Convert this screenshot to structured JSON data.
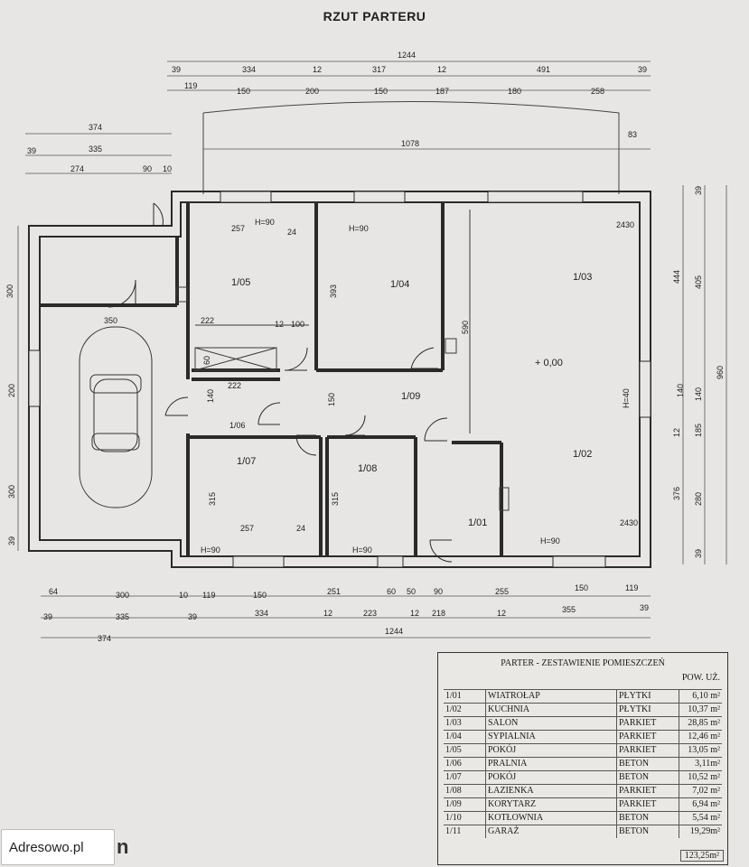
{
  "title": "RZUT PARTERU",
  "top_dims": {
    "overall": "1244",
    "row1": [
      "39",
      "334",
      "12",
      "317",
      "12",
      "491",
      "39"
    ],
    "row2": [
      "119",
      "150",
      "200",
      "150",
      "187",
      "180",
      "258"
    ],
    "roof": "1078",
    "roof_right": "83"
  },
  "left_top_dims": {
    "overall": "374",
    "row1": [
      "39",
      "335"
    ],
    "row2": [
      "274",
      "90",
      "10"
    ]
  },
  "left_side_dims": [
    "300",
    "200",
    "300",
    "39"
  ],
  "right_side_dims": {
    "outer": "960",
    "mid": [
      "444",
      "12",
      "376"
    ],
    "inner": [
      "39",
      "405",
      "140",
      "185",
      "280",
      "39"
    ]
  },
  "bottom_dims": {
    "row1": [
      "64",
      "300",
      "10",
      "119",
      "150",
      "251",
      "60",
      "50",
      "90",
      "255",
      "150",
      "119"
    ],
    "row2": [
      "39",
      "335",
      "39",
      "334",
      "12",
      "223",
      "12",
      "218",
      "12",
      "355",
      "39"
    ],
    "left_total": "374",
    "total": "1244"
  },
  "rooms": [
    {
      "id": "1/05",
      "dims": [
        "257",
        "24",
        "222",
        "12",
        "100",
        "60",
        "222"
      ]
    },
    {
      "id": "1/04",
      "dims": [
        "393"
      ]
    },
    {
      "id": "1/03"
    },
    {
      "id": "1/02"
    },
    {
      "id": "1/09",
      "dims": [
        "150",
        "590"
      ]
    },
    {
      "id": "1/07",
      "dims": [
        "315",
        "257",
        "24"
      ]
    },
    {
      "id": "1/08",
      "dims": [
        "315"
      ]
    },
    {
      "id": "1/01"
    },
    {
      "id": "1/06",
      "dims": [
        "140"
      ]
    },
    {
      "id": "350"
    }
  ],
  "annotations": {
    "level": "+ 0,00",
    "h90": "H=90",
    "h40": "H=40",
    "d2430": "2430",
    "w140": "140"
  },
  "legend": {
    "title": "PARTER - ZESTAWIENIE POMIESZCZEŃ",
    "header": "POW. UŻ.",
    "rows": [
      {
        "no": "1/01",
        "name": "WIATROŁAP",
        "floor": "PŁYTKI",
        "area": "6,10 m²"
      },
      {
        "no": "1/02",
        "name": "KUCHNIA",
        "floor": "PŁYTKI",
        "area": "10,37 m²"
      },
      {
        "no": "1/03",
        "name": "SALON",
        "floor": "PARKIET",
        "area": "28,85 m²"
      },
      {
        "no": "1/04",
        "name": "SYPIALNIA",
        "floor": "PARKIET",
        "area": "12,46 m²"
      },
      {
        "no": "1/05",
        "name": "POKÓJ",
        "floor": "PARKIET",
        "area": "13,05 m²"
      },
      {
        "no": "1/06",
        "name": "PRALNIA",
        "floor": "BETON",
        "area": "3,11m²"
      },
      {
        "no": "1/07",
        "name": "POKÓJ",
        "floor": "BETON",
        "area": "10,52 m²"
      },
      {
        "no": "1/08",
        "name": "ŁAZIENKA",
        "floor": "PARKIET",
        "area": "7,02 m²"
      },
      {
        "no": "1/09",
        "name": "KORYTARZ",
        "floor": "PARKIET",
        "area": "6,94 m²"
      },
      {
        "no": "1/10",
        "name": "KOTŁOWNIA",
        "floor": "BETON",
        "area": "5,54 m²"
      },
      {
        "no": "1/11",
        "name": "GARAŻ",
        "floor": "BETON",
        "area": "19,29m²"
      }
    ],
    "total": "123,25m²"
  },
  "watermark": "Adresowo.pl",
  "colors": {
    "wall": "#2a2a2a",
    "line": "#3a3a3a",
    "paper": "#e7e6e4"
  }
}
